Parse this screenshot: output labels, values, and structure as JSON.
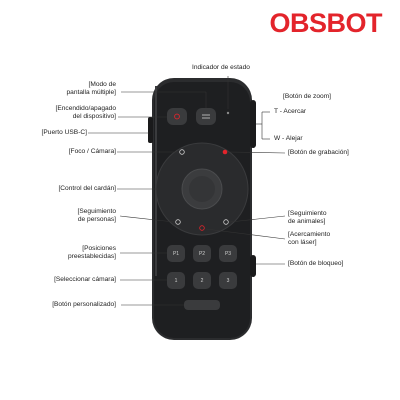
{
  "brand": {
    "logo_text": "OBSBOT",
    "logo_color": "#e3242b"
  },
  "colors": {
    "device_body": "#2b2c2e",
    "device_face": "#1e1f21",
    "button": "#3a3b3d",
    "accent_red": "#e3242b",
    "leader": "#333333"
  },
  "labels": {
    "status_indicator": "Indicador de estado",
    "multi_view_mode": "[Modo de\npantalla múltiple]",
    "power": "[Encendido/apagado\ndel dispositivo]",
    "usb_c": "[Puerto USB-C]",
    "focus_camera": "[Foco / Cámara]",
    "gimbal_control": "[Control del cardán]",
    "person_tracking": "[Seguimiento\nde personas]",
    "presets": "[Posiciones\npreestablecidas]",
    "select_camera": "[Seleccionar cámara]",
    "custom_button": "[Botón personalizado]",
    "zoom_button": "[Botón de zoom]",
    "zoom_in": "T - Acercar",
    "zoom_out": "W - Alejar",
    "record_button": "[Botón de grabación]",
    "animal_tracking": "[Seguimiento\nde animales]",
    "laser_zoom": "[Acercamiento\ncon láser]",
    "lock_button": "[Botón de bloqueo]"
  },
  "buttons": {
    "presets": [
      "P1",
      "P2",
      "P3"
    ],
    "cameras": [
      "1",
      "2",
      "3"
    ]
  }
}
